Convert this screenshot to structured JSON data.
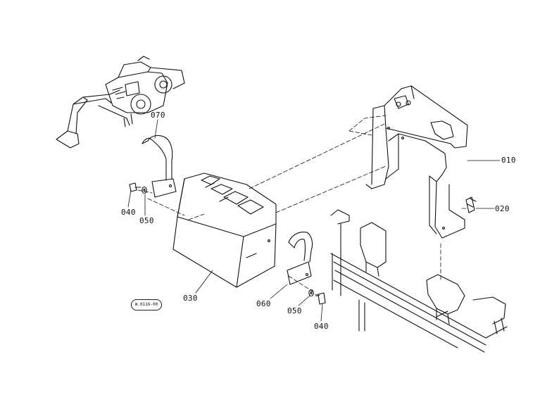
{
  "callouts": {
    "p010": "010",
    "p020": "020",
    "p030": "030",
    "p040a": "040",
    "p040b": "040",
    "p050a": "050",
    "p050b": "050",
    "p060": "060",
    "p070": "070"
  },
  "stamp": "W.0116-00",
  "colors": {
    "ink": "#111111",
    "paper": "#ffffff"
  }
}
